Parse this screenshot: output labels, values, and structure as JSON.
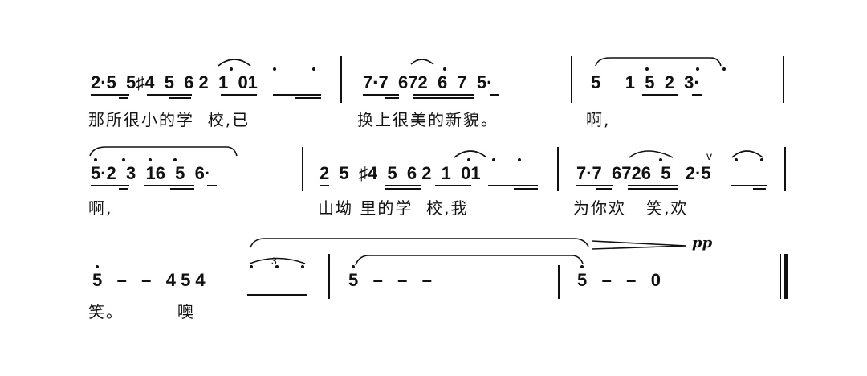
{
  "score": {
    "line1": {
      "m1_notes": "2·5  5♯4  5  6 2  1  01",
      "m1_lyrics": "那所很小的学  校,已",
      "m2_notes": "7·7  672  6  7  5·",
      "m2_lyrics": "换上很美的新貌。",
      "m3_notes": "5     1  5  2  3·",
      "m3_lyrics": "啊,"
    },
    "line2": {
      "m1_notes": "5·2  3  16  5  6·",
      "m1_lyrics": "啊,",
      "m2_notes": "2  5  ♯4  5  6 2  1  01",
      "m2_lyrics": "山坳 里的学  校,我",
      "m3_notes": "7·7  6726  5   2·5",
      "m3_lyrics": "为你欢   笑,欢",
      "breath_mark": "v"
    },
    "line3": {
      "m1_notes": "5   –   –   4 5 4",
      "m1_lyrics": "笑。        噢",
      "triplet": "3",
      "m2_notes": "5   –   –   –",
      "m3_notes": "5   –   –   0",
      "dynamic": "pp"
    }
  }
}
